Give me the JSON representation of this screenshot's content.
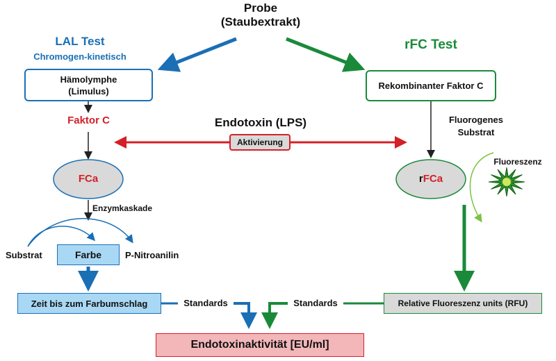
{
  "header": {
    "probe_title": "Probe",
    "probe_subtitle": "(Staubextrakt)"
  },
  "lal": {
    "title": "LAL Test",
    "subtitle": "Chromogen-kinetisch",
    "box_line1": "Hämolymphe",
    "box_line2": "(Limulus)",
    "factor": "Faktor C",
    "activated": "FCa",
    "cascade": "Enzymkaskade",
    "substrate": "Substrat",
    "color_box": "Farbe",
    "product": "P-Nitroanilin",
    "result_box": "Zeit bis zum Farbumschlag",
    "standards": "Standards"
  },
  "center": {
    "endotoxin": "Endotoxin (LPS)",
    "activation": "Aktivierung"
  },
  "rfc": {
    "title": "rFC Test",
    "box": "Rekombinanter Faktor C",
    "substrate_line1": "Fluorogenes",
    "substrate_line2": "Substrat",
    "fluorescence": "Fluoreszenz",
    "activated_prefix": "r",
    "activated_suffix": "FCa",
    "result_box": "Relative Fluoreszenz units (RFU)",
    "standards": "Standards"
  },
  "bottom": {
    "result": "Endotoxinaktivität [EU/ml]"
  },
  "colors": {
    "blue": "#1a6fb5",
    "green": "#1a8a3a",
    "red": "#d42027",
    "light_blue": "#a9d8f5",
    "pink": "#f3b7b9",
    "grey": "#d9d9d9"
  }
}
